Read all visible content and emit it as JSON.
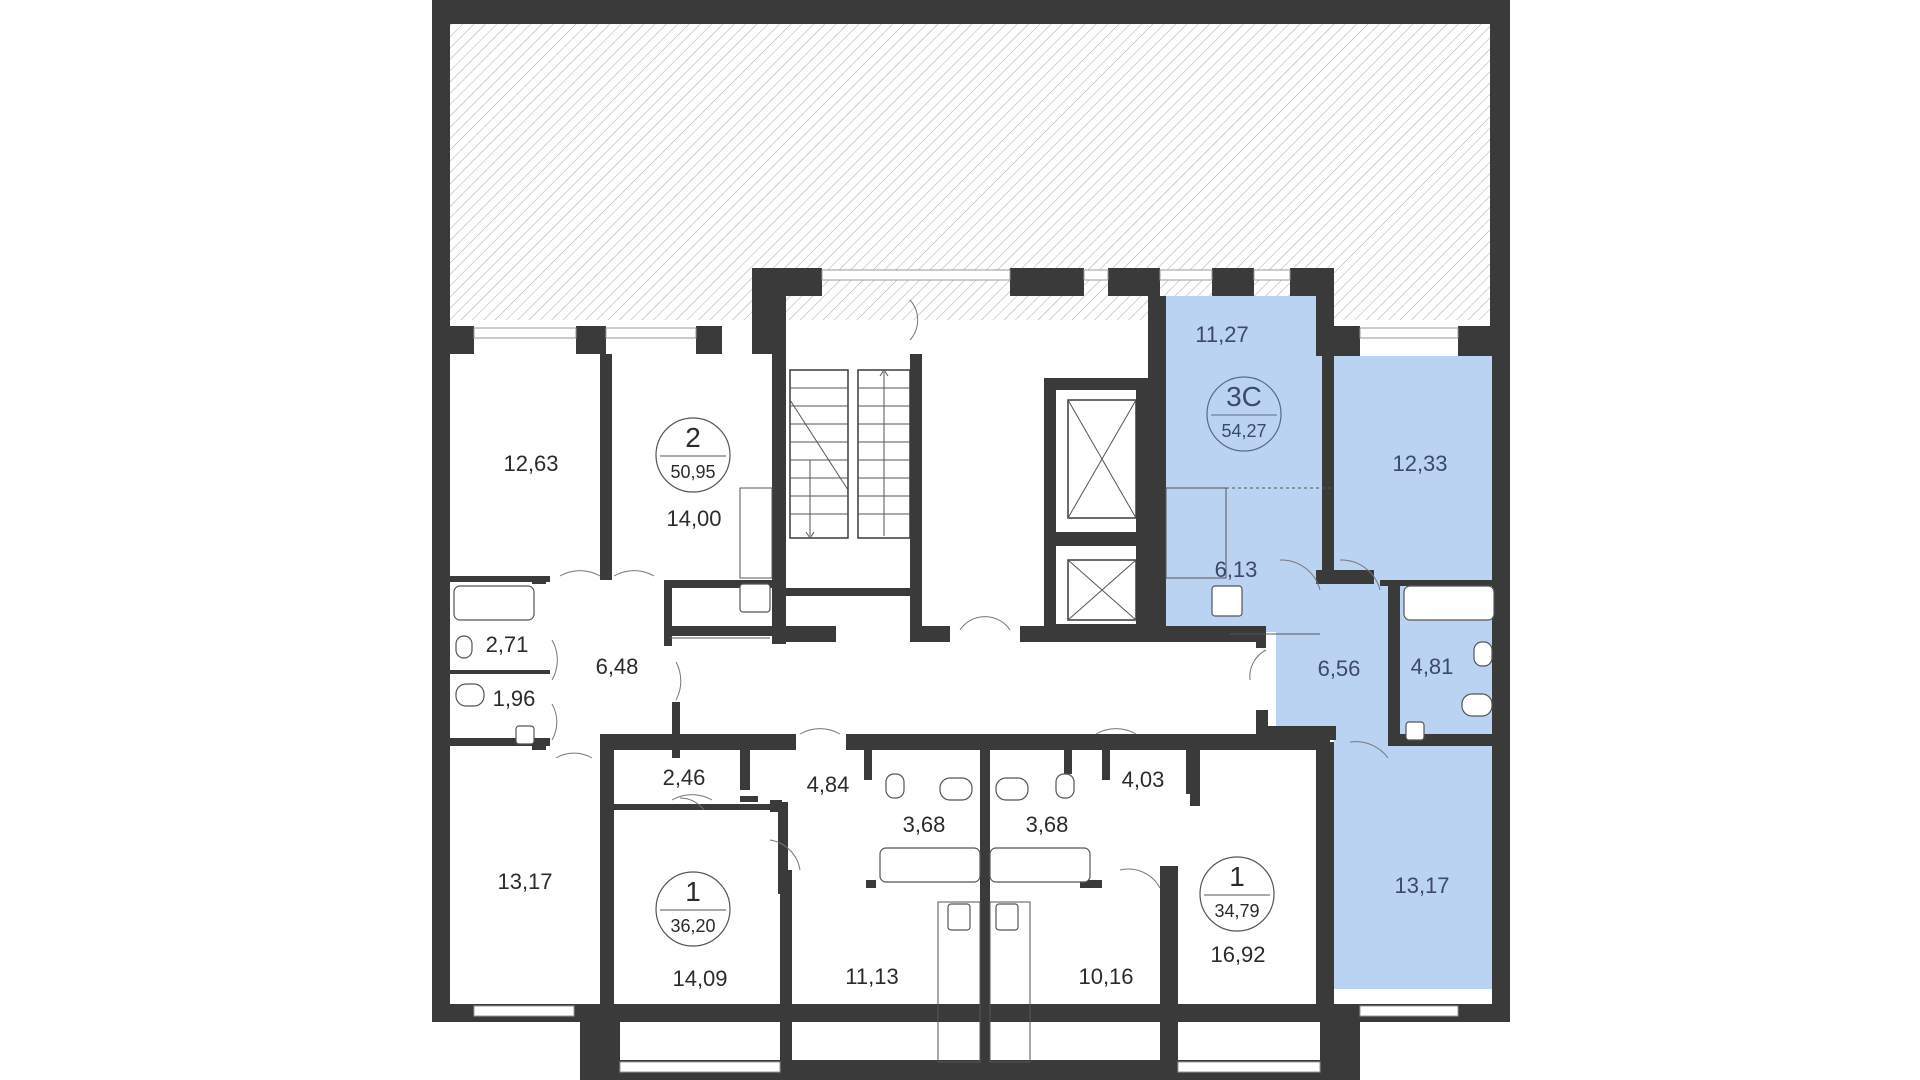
{
  "colors": {
    "wall": "#3a3a3a",
    "highlight": "#bad3f2",
    "hatch": "#9e9e9e",
    "background": "#ffffff"
  },
  "rooms": [
    {
      "id": "r1263",
      "label": "12,63"
    },
    {
      "id": "r1400",
      "label": "14,00"
    },
    {
      "id": "r271",
      "label": "2,71"
    },
    {
      "id": "r196",
      "label": "1,96"
    },
    {
      "id": "r648",
      "label": "6,48"
    },
    {
      "id": "r246",
      "label": "2,46"
    },
    {
      "id": "r1317a",
      "label": "13,17"
    },
    {
      "id": "r1409",
      "label": "14,09"
    },
    {
      "id": "r484",
      "label": "4,84"
    },
    {
      "id": "r368a",
      "label": "3,68"
    },
    {
      "id": "r368b",
      "label": "3,68"
    },
    {
      "id": "r1113",
      "label": "11,13"
    },
    {
      "id": "r1016",
      "label": "10,16"
    },
    {
      "id": "r403",
      "label": "4,03"
    },
    {
      "id": "r1692",
      "label": "16,92"
    },
    {
      "id": "r1127",
      "label": "11,27",
      "highlight": true
    },
    {
      "id": "r613",
      "label": "6,13",
      "highlight": true
    },
    {
      "id": "r1233",
      "label": "12,33",
      "highlight": true
    },
    {
      "id": "r656",
      "label": "6,56",
      "highlight": true
    },
    {
      "id": "r481",
      "label": "4,81",
      "highlight": true
    },
    {
      "id": "r1317b",
      "label": "13,17",
      "highlight": true
    }
  ],
  "apartments": [
    {
      "id": "apt2",
      "type": "2",
      "area": "50,95"
    },
    {
      "id": "apt3c",
      "type": "3С",
      "area": "54,27",
      "highlight": true
    },
    {
      "id": "apt1a",
      "type": "1",
      "area": "36,20"
    },
    {
      "id": "apt1b",
      "type": "1",
      "area": "34,79"
    }
  ]
}
